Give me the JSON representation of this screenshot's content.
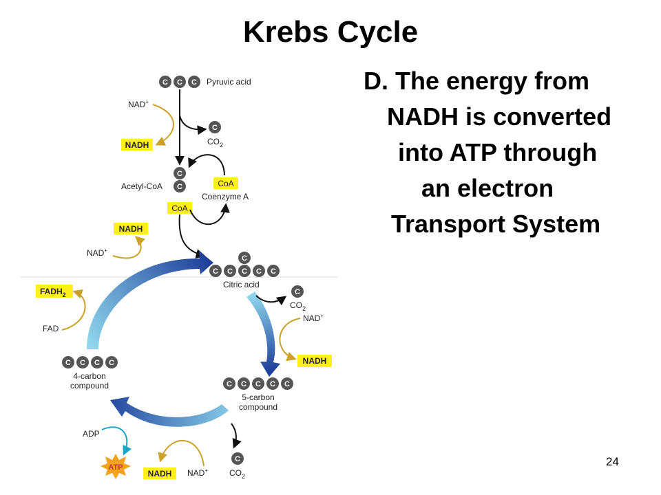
{
  "title": "Krebs Cycle",
  "body_lines": [
    "D. The energy from",
    "NADH is converted",
    "into ATP through",
    "an electron",
    "Transport System"
  ],
  "slide_number": "24",
  "diagram": {
    "carbon": "C",
    "pyruvic_acid": "Pyruvic acid",
    "nad_plus": "NAD",
    "plus": "+",
    "nadh": "NADH",
    "co": "CO",
    "two": "2",
    "acetyl_coa": "Acetyl-CoA",
    "coa": "CoA",
    "coenzyme_a": "Coenzyme A",
    "citric_acid": "Citric acid",
    "fadh": "FADH",
    "fad": "FAD",
    "four_carbon": [
      "4-carbon",
      "compound"
    ],
    "five_carbon": [
      "5-carbon",
      "compound"
    ],
    "adp": "ADP",
    "atp": "ATP"
  },
  "colors": {
    "yellow_box": "#ffef1a",
    "gold_arrow": "#c9a227",
    "carbon_ball": "#555555",
    "cycle_dark_blue": "#1f3f9a",
    "cycle_light_blue": "#7ecfe8",
    "atp_star": "#f5a21b",
    "adp_arrow": "#1aa6c9"
  }
}
